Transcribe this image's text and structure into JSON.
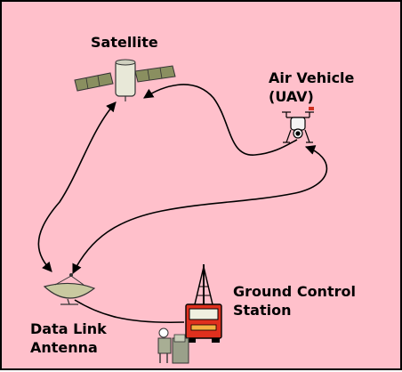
{
  "labels": {
    "satellite": "Satellite",
    "air_vehicle_line1": "Air Vehicle",
    "air_vehicle_line2": "(UAV)",
    "ground_control_line1": "Ground Control",
    "ground_control_line2": "Station",
    "data_link_line1": "Data Link",
    "data_link_line2": "Antenna"
  },
  "icons": {
    "satellite": "satellite-icon",
    "uav": "drone-icon",
    "ground_station": "ground-control-truck-icon",
    "antenna": "satellite-dish-icon",
    "operator": "operator-workstation-icon"
  },
  "colors": {
    "background": "#ffc0cb",
    "lines": "#000000",
    "truck": "#e0301e",
    "satellite_panels": "#8a8f60",
    "dish": "#c9c9a0"
  }
}
